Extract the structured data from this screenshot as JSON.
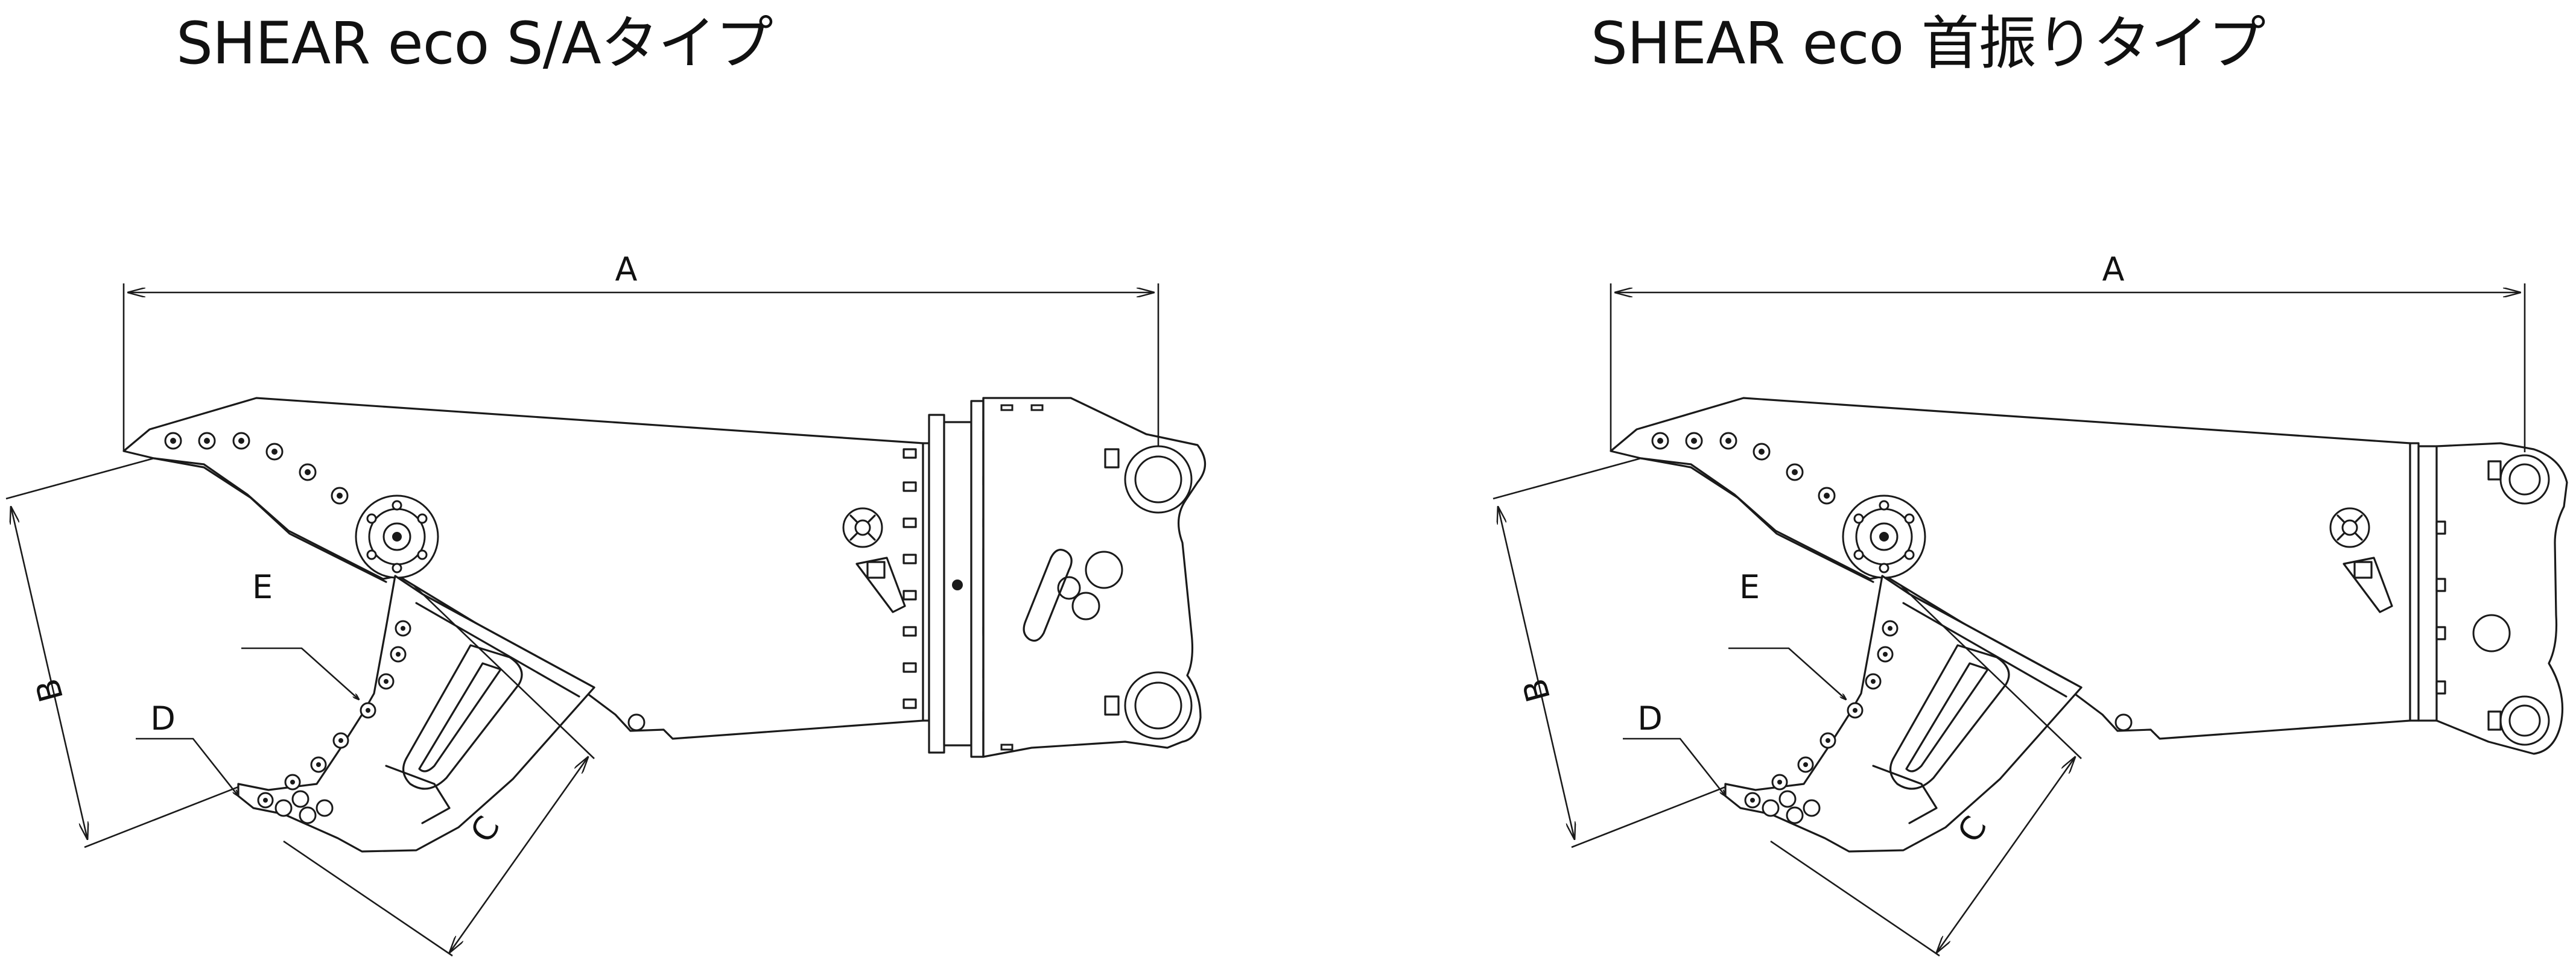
{
  "titles": {
    "left": "SHEAR eco S/Aタイプ",
    "right": "SHEAR eco 首振りタイプ"
  },
  "labels": {
    "a": "A",
    "b": "B",
    "c": "C",
    "d": "D",
    "e": "E"
  }
}
